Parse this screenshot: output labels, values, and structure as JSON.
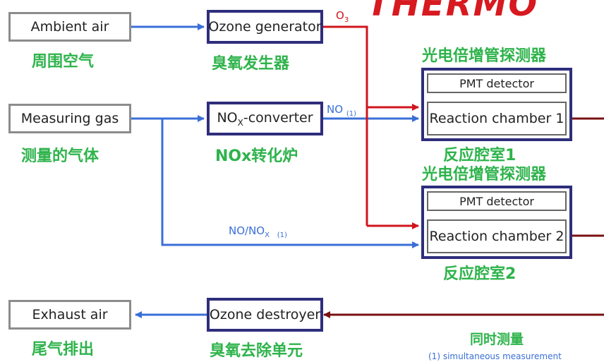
{
  "brand": {
    "logo": "THERMO",
    "color": "#d71920"
  },
  "colors": {
    "air_line": "#3a6fd8",
    "ozone_line": "#d0151c",
    "exhaust_line": "#7a1010",
    "chinese_label": "#2eb34b",
    "box_border": "#2e2d7c"
  },
  "inputs": {
    "ambient_air": {
      "label": "Ambient air",
      "cn": "周围空气"
    },
    "measuring_gas": {
      "label": "Measuring gas",
      "cn": "测量的气体"
    },
    "exhaust_air": {
      "label": "Exhaust air",
      "cn": "尾气排出"
    }
  },
  "components": {
    "ozone_generator": {
      "label": "Ozone generator",
      "cn": "臭氧发生器"
    },
    "nox_converter": {
      "label_main": "NO",
      "label_sub": "X",
      "label_rest": "-converter",
      "cn": "NOx转化炉"
    },
    "ozone_destroyer": {
      "label": "Ozone destroyer",
      "cn": "臭氧去除单元"
    }
  },
  "detectors": [
    {
      "pmt_label": "PMT detector",
      "chamber_label": "Reaction chamber 1",
      "cn_top": "光电倍增管探测器",
      "cn_bottom": "反应腔室1"
    },
    {
      "pmt_label": "PMT detector",
      "chamber_label": "Reaction chamber 2",
      "cn_top": "光电倍增管探测器",
      "cn_bottom": "反应腔室2"
    }
  ],
  "flows": {
    "o3": {
      "main": "O",
      "sub": "3"
    },
    "no": {
      "main": "NO",
      "note": "(1)"
    },
    "no_nox": {
      "main": "NO/NO",
      "sub": "X",
      "note": "(1)"
    }
  },
  "footer": {
    "cn": "同时测量",
    "note": "(1) simultaneous measurement"
  }
}
